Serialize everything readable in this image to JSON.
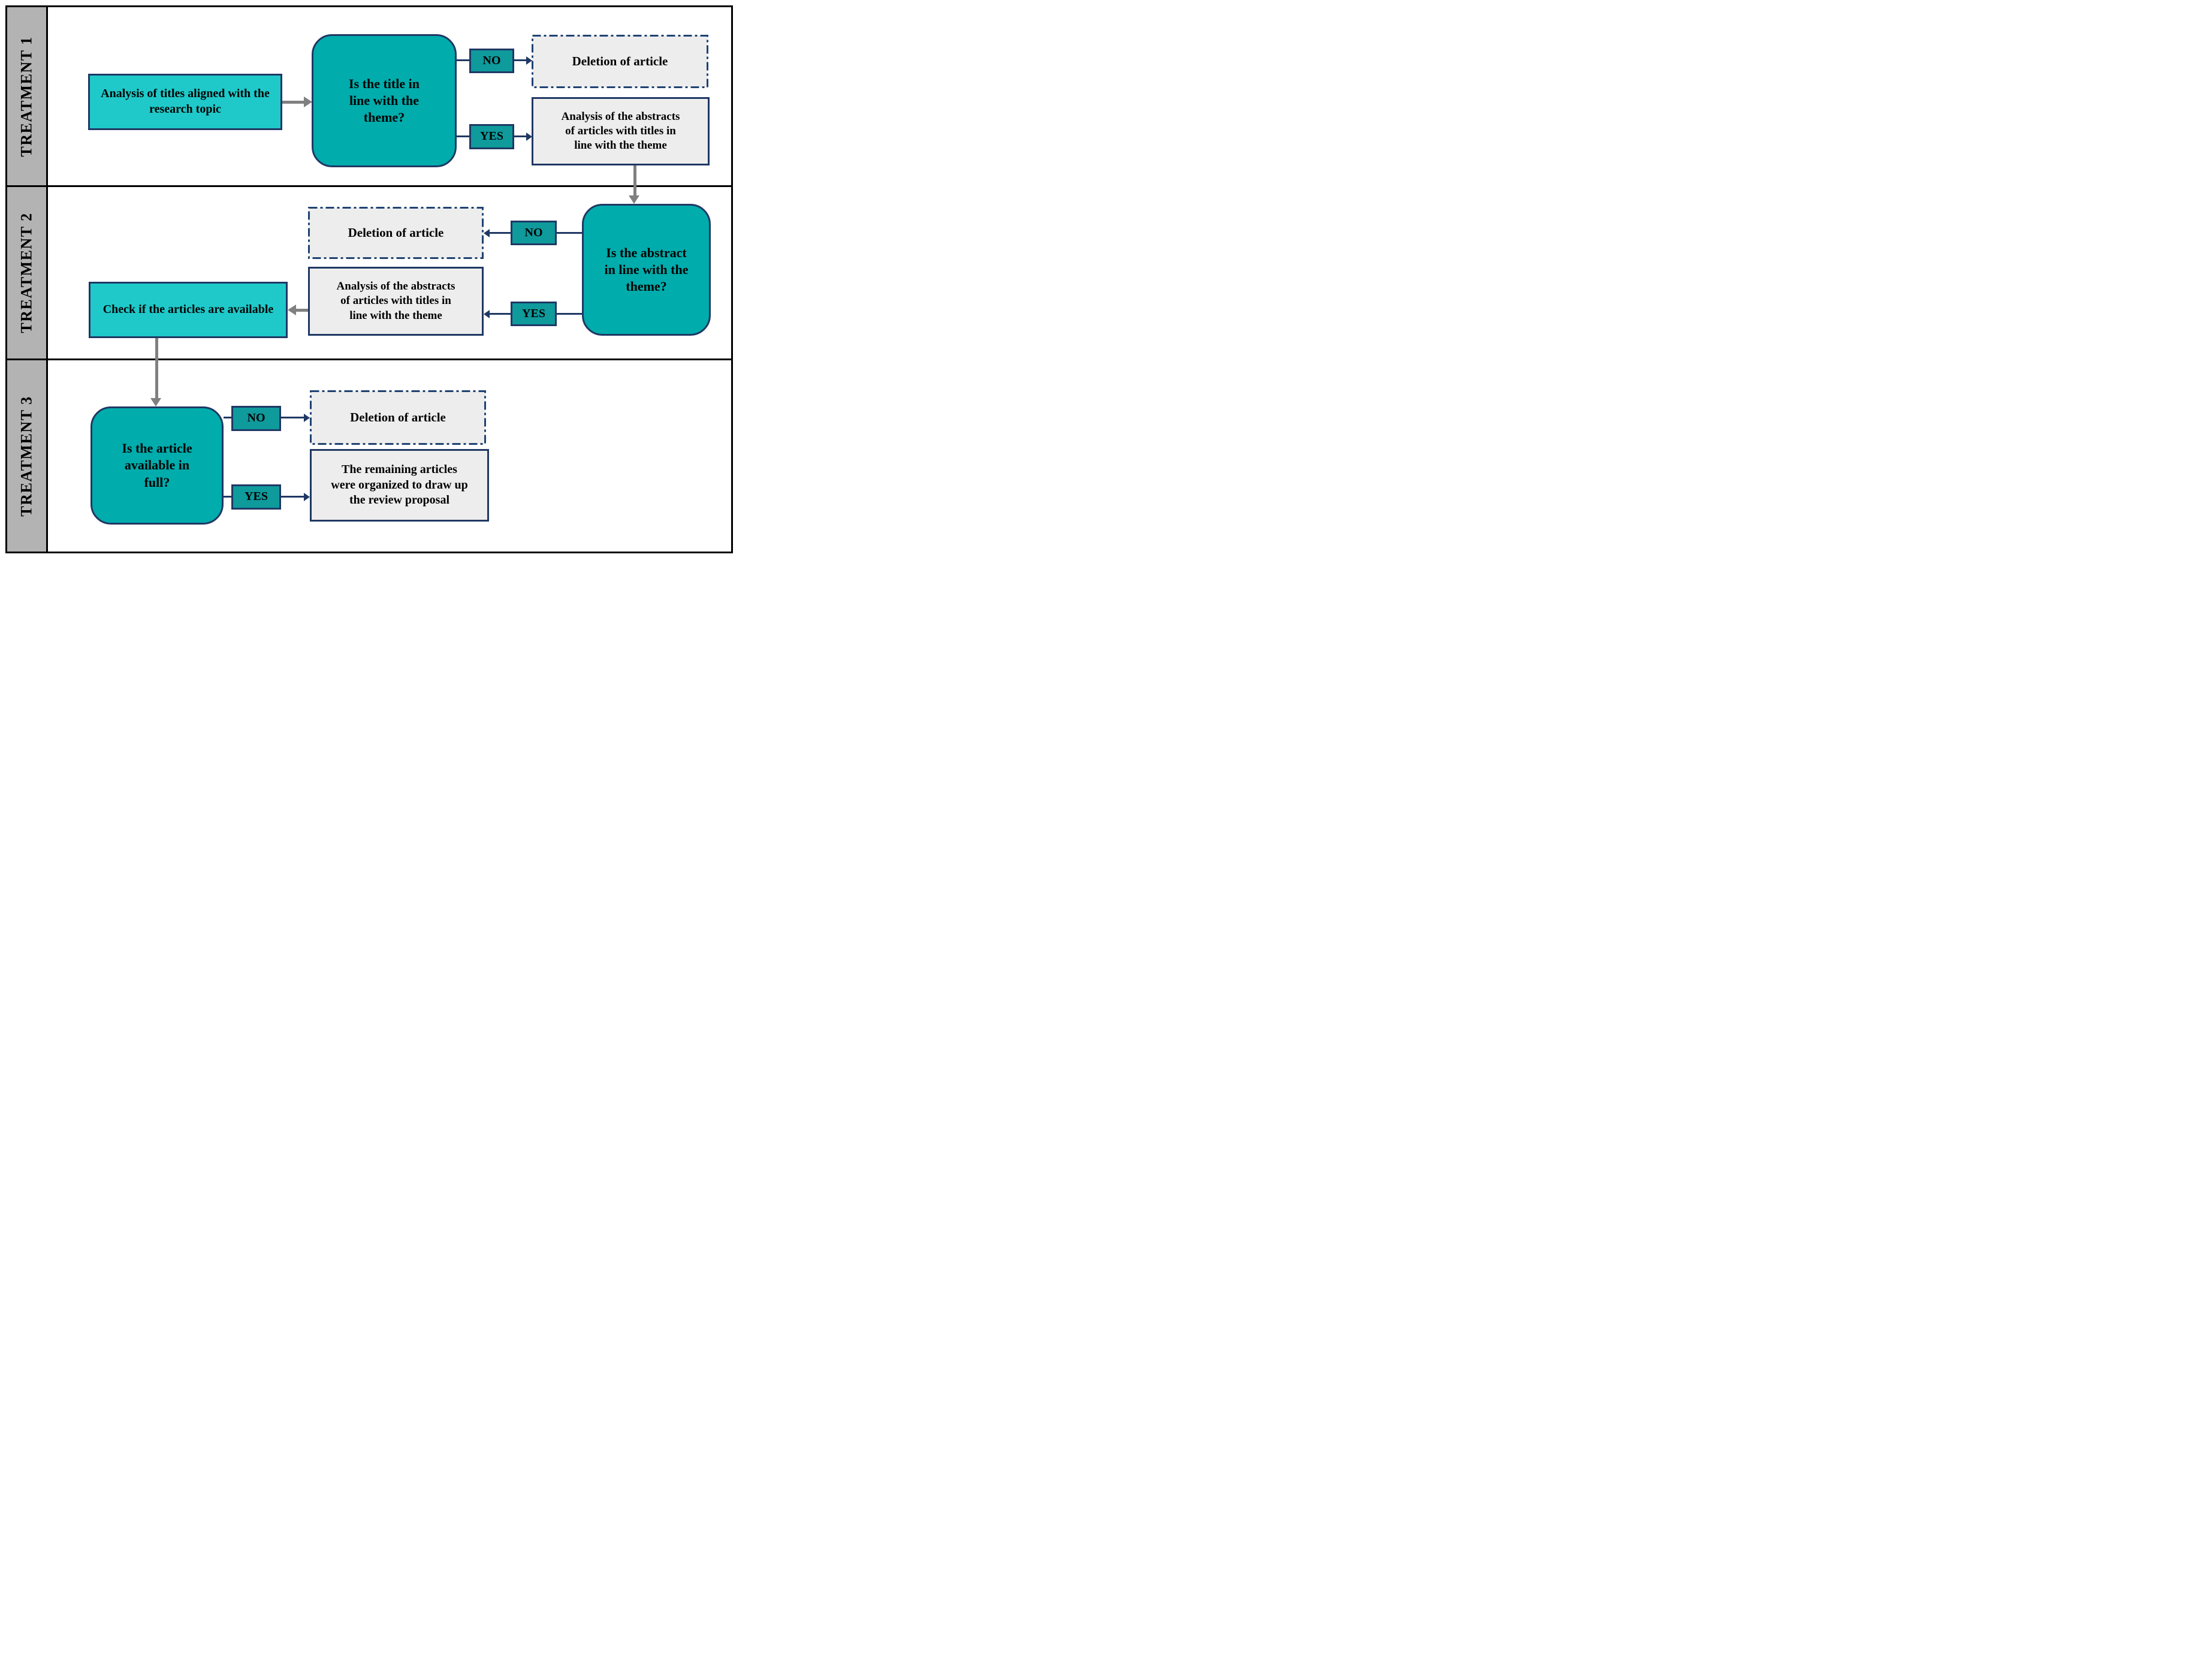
{
  "diagram": {
    "bands": [
      {
        "label": "TREATMENT 1",
        "process": "Analysis of titles aligned with the research topic",
        "decision": "Is the title in line with the theme?",
        "no_label": "NO",
        "yes_label": "YES",
        "no_outcome": "Deletion of article",
        "yes_outcome": "Analysis of the abstracts of articles with titles in line with the theme"
      },
      {
        "label": "TREATMENT 2",
        "decision": "Is the abstract in line with the theme?",
        "no_label": "NO",
        "yes_label": "YES",
        "no_outcome": "Deletion of article",
        "yes_outcome": "Analysis of the abstracts of articles with titles in line with the theme",
        "process": "Check if the articles are available"
      },
      {
        "label": "TREATMENT 3",
        "decision": "Is the article available in full?",
        "no_label": "NO",
        "yes_label": "YES",
        "no_outcome": "Deletion of article",
        "yes_outcome": "The remaining articles were organized to draw up the review proposal"
      }
    ],
    "colors": {
      "process_fill": "#1FC9C9",
      "decision_fill": "#00ACAC",
      "badge_fill": "#0F9A9C",
      "outcome_fill": "#EDEDED",
      "border_navy": "#1F3864",
      "band_label_bg": "#B3B3B3",
      "arrow_gray": "#808080",
      "grid_black": "#000000"
    }
  }
}
